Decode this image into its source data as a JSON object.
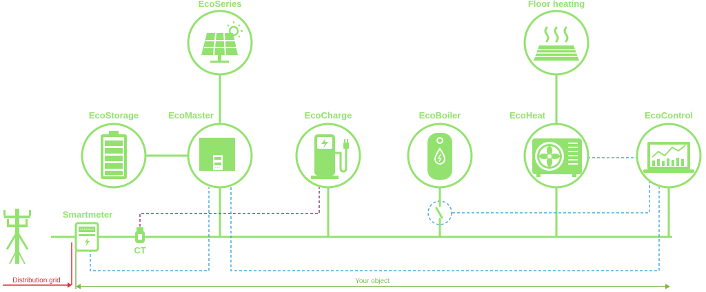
{
  "colors": {
    "green": "#93e26f",
    "dark_green": "#6fbe55",
    "blue_dashed": "#4aa8de",
    "purple_dashed": "#8a3d73",
    "red": "#d9303c",
    "object_bracket": "#7fb84d",
    "white": "#ffffff"
  },
  "nodes": {
    "ecoseries": {
      "label": "EcoSeries",
      "icon": "solar-panel-icon"
    },
    "floor_heating": {
      "label": "Floor heating",
      "icon": "floor-heating-icon"
    },
    "ecostorage": {
      "label": "EcoStorage",
      "icon": "battery-icon"
    },
    "ecomaster": {
      "label": "EcoMaster",
      "icon": "inverter-icon"
    },
    "ecocharge": {
      "label": "EcoCharge",
      "icon": "ev-charger-icon"
    },
    "ecoboiler": {
      "label": "EcoBoiler",
      "icon": "water-boiler-icon"
    },
    "ecoheat": {
      "label": "EcoHeat",
      "icon": "heat-pump-icon"
    },
    "ecocontrol": {
      "label": "EcoControl",
      "icon": "monitor-chart-icon"
    },
    "smartmeter": {
      "label": "Smartmeter",
      "icon": "smart-meter-icon"
    },
    "ct": {
      "label": "CT",
      "icon": "current-transformer-icon"
    },
    "grid_pole": {
      "icon": "power-pole-icon"
    }
  },
  "annotations": {
    "distribution_grid": "Distribution grid",
    "your_object": "Your object"
  }
}
